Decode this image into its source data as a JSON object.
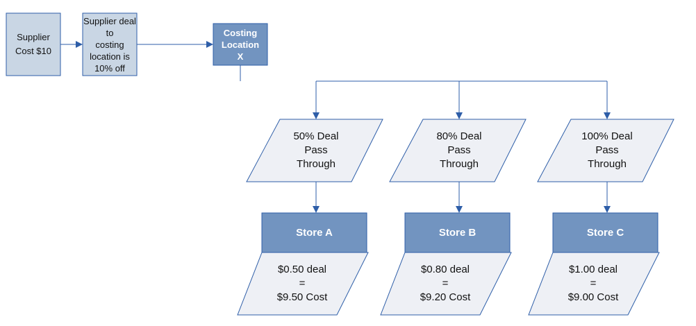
{
  "colors": {
    "light_box": "#c9d6e4",
    "dark_box": "#7294c0",
    "parallelogram": "#eef0f5",
    "stroke": "#2e5ea8"
  },
  "nodes": {
    "supplier_cost": "Supplier Cost $10",
    "supplier_deal": "Supplier deal to\ncosting location is\n10% off",
    "costing_location": "Costing Location\nX"
  },
  "branches": [
    {
      "pass_through": "50% Deal\nPass\nThrough",
      "store": "Store A",
      "result": "$0.50 deal\n=\n$9.50 Cost"
    },
    {
      "pass_through": "80% Deal\nPass\nThrough",
      "store": "Store B",
      "result": "$0.80 deal\n=\n$9.20 Cost"
    },
    {
      "pass_through": "100% Deal\nPass\nThrough",
      "store": "Store C",
      "result": "$1.00 deal\n=\n$9.00 Cost"
    }
  ]
}
